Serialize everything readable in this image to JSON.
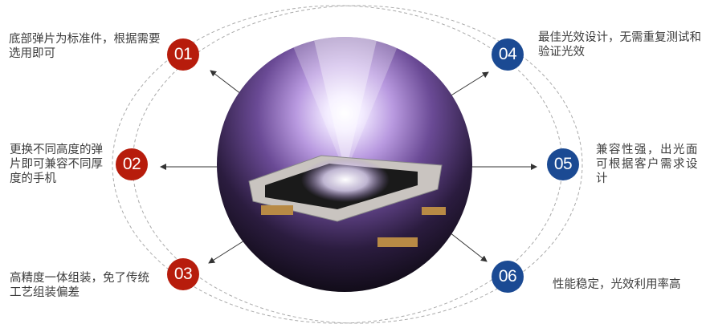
{
  "features": [
    {
      "num": "01",
      "text": "底部弹片为标准件，根据需要选用即可",
      "color": "#b71c0c"
    },
    {
      "num": "02",
      "text": "更换不同高度的弹片即可兼容不同厚度的手机",
      "color": "#b71c0c"
    },
    {
      "num": "03",
      "text": "高精度一体组装，免了传统工艺组装偏差",
      "color": "#b71c0c"
    },
    {
      "num": "04",
      "text": "最佳光效设计，无需重复测试和验证光效",
      "color": "#1b4a93"
    },
    {
      "num": "05",
      "text": "兼容性强，出光面可根据客户需求设计",
      "color": "#1b4a93"
    },
    {
      "num": "06",
      "text": "性能稳定，光效利用率高",
      "color": "#1b4a93"
    }
  ]
}
